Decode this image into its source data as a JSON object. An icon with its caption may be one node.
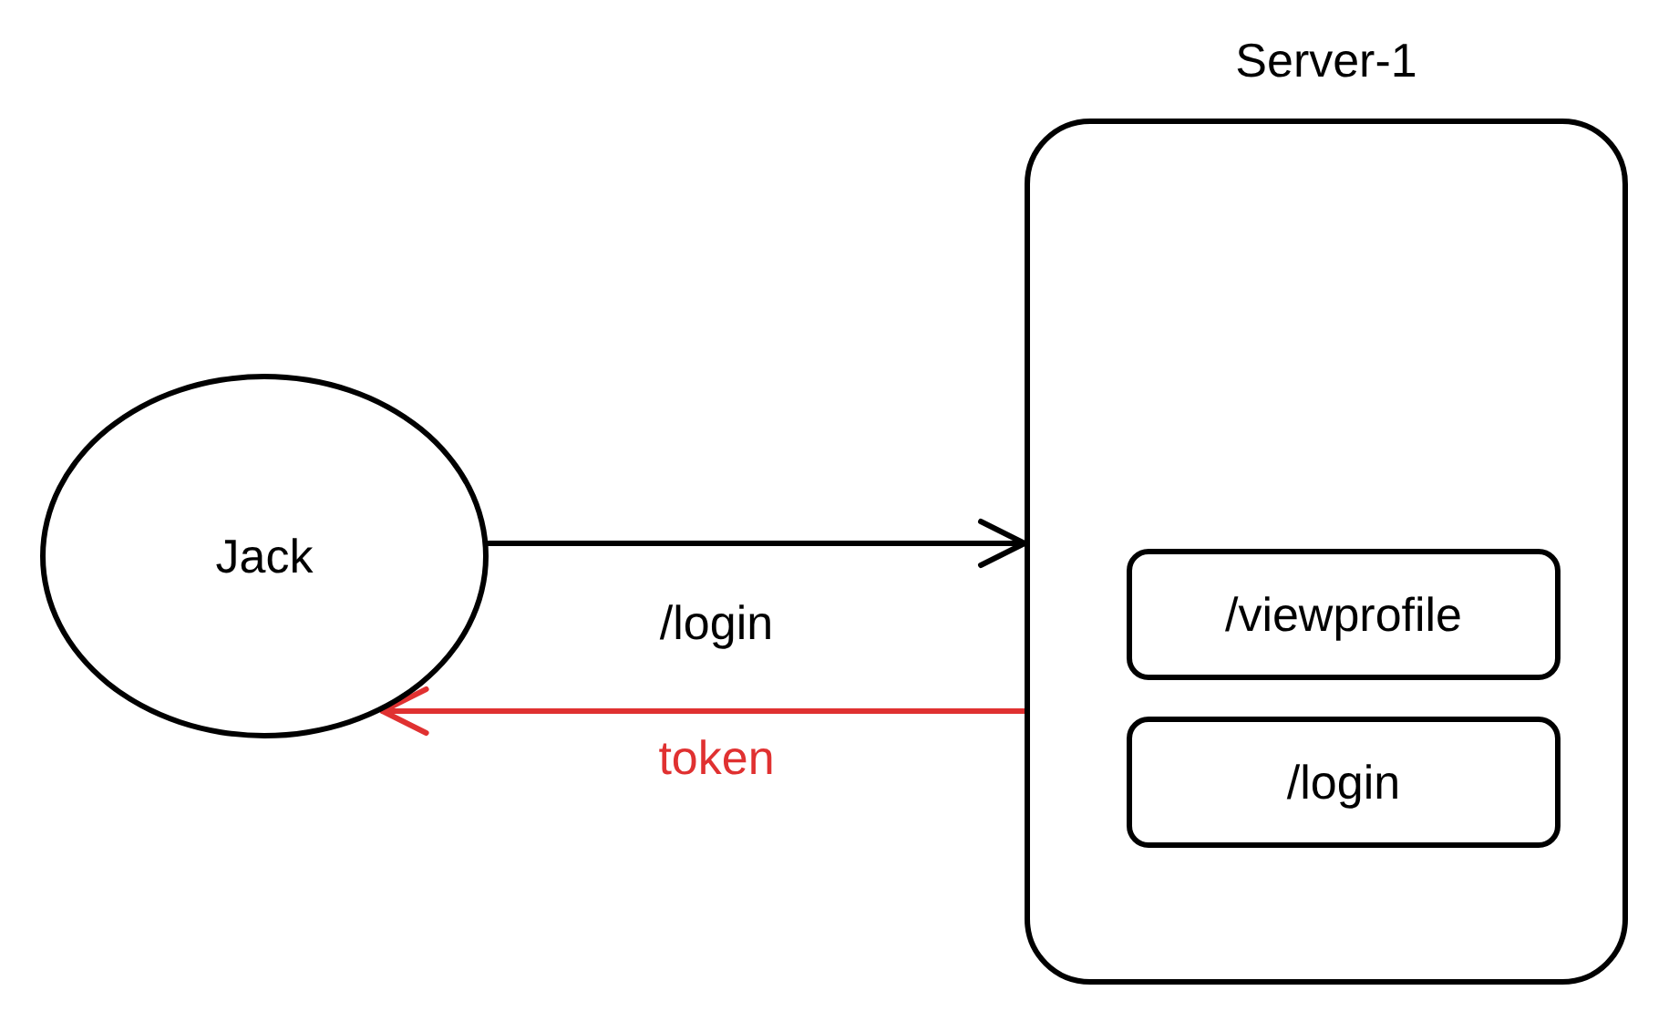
{
  "diagram": {
    "nodes": [
      {
        "text": [
          "Jack"
        ]
      },
      {
        "text": [
          "Server-1"
        ]
      },
      {
        "text": [
          "/viewprofile"
        ],
        "in": 1
      },
      {
        "text": [
          "/login"
        ],
        "in": 1
      }
    ],
    "edges": [
      {
        "from": 0,
        "to": 1,
        "arrow": "to",
        "label": "/login"
      },
      {
        "from": 1,
        "to": 0,
        "arrow": "to",
        "label": "token",
        "color": "#e03131"
      }
    ]
  }
}
